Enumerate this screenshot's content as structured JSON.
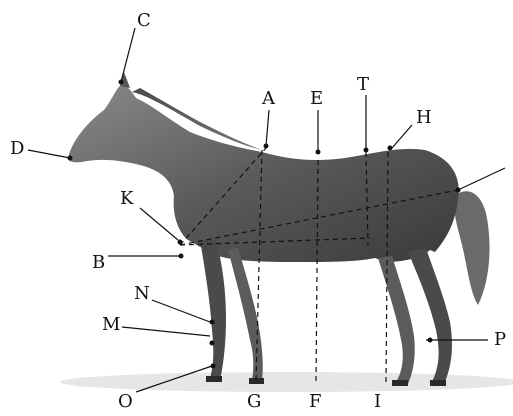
{
  "figure": {
    "labels": {
      "A": "A",
      "B": "B",
      "C": "C",
      "D": "D",
      "E": "E",
      "F": "F",
      "G": "G",
      "H": "H",
      "I": "I",
      "K": "K",
      "M": "M",
      "N": "N",
      "O": "O",
      "P": "P",
      "T": "T"
    },
    "colors": {
      "ink": "#111111",
      "coat_dark": "#3d3d3d",
      "coat_mid": "#6a6a6a",
      "coat_light": "#9a9a9a"
    }
  }
}
